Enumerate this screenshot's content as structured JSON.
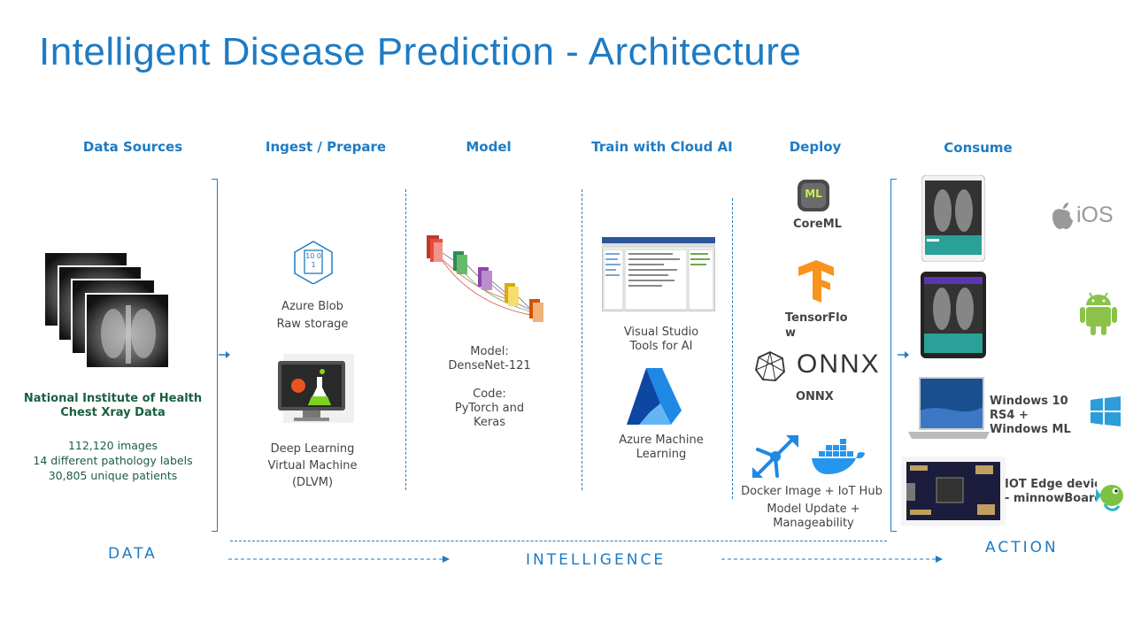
{
  "title": "Intelligent Disease Prediction - Architecture",
  "columns": {
    "data_sources": "Data Sources",
    "ingest": "Ingest / Prepare",
    "model": "Model",
    "train": "Train with Cloud AI",
    "deploy": "Deploy",
    "consume": "Consume"
  },
  "data_sources": {
    "dataset_title_1": "National Institute  of Health",
    "dataset_title_2": "Chest Xray Data",
    "stat_1": "112,120 images",
    "stat_2": "14 different  pathology  labels",
    "stat_3": "30,805 unique  patients"
  },
  "ingest": {
    "blob_icon_text": "10 01",
    "blob_title": "Azure Blob",
    "blob_sub": "Raw storage",
    "dlvm_1": "Deep Learning",
    "dlvm_2": "Virtual Machine",
    "dlvm_3": "(DLVM)"
  },
  "model": {
    "line_1": "Model:",
    "line_2": "DenseNet-121",
    "line_3": "Code:",
    "line_4": "PyTorch and",
    "line_5": "Keras"
  },
  "train": {
    "vs_1": "Visual Studio",
    "vs_2": "Tools for AI",
    "aml_1": "Azure Machine",
    "aml_2": "Learning"
  },
  "deploy": {
    "coreml_badge": "ML",
    "coreml": "CoreML",
    "tf_1": "TensorFlo",
    "tf_2": "w",
    "onnx_logo": "ONNX",
    "onnx": "ONNX",
    "docker": "Docker Image + IoT Hub",
    "update_1": "Model Update +",
    "update_2": "Manageability"
  },
  "consume": {
    "ios_label": "iOS",
    "win_1": "Windows 10",
    "win_2": "RS4 +",
    "win_3": "Windows ML",
    "iot_1": "IOT Edge device",
    "iot_2": "- minnowBoard"
  },
  "bands": {
    "data": "DATA",
    "intelligence": "INTELLIGENCE",
    "action": "ACTION"
  },
  "colors": {
    "accent": "#1e7bc3",
    "dataset_text": "#1a5f3f",
    "android": "#8bc34a",
    "tensorflow": "#f7931e",
    "windows": "#2d9cdb"
  }
}
